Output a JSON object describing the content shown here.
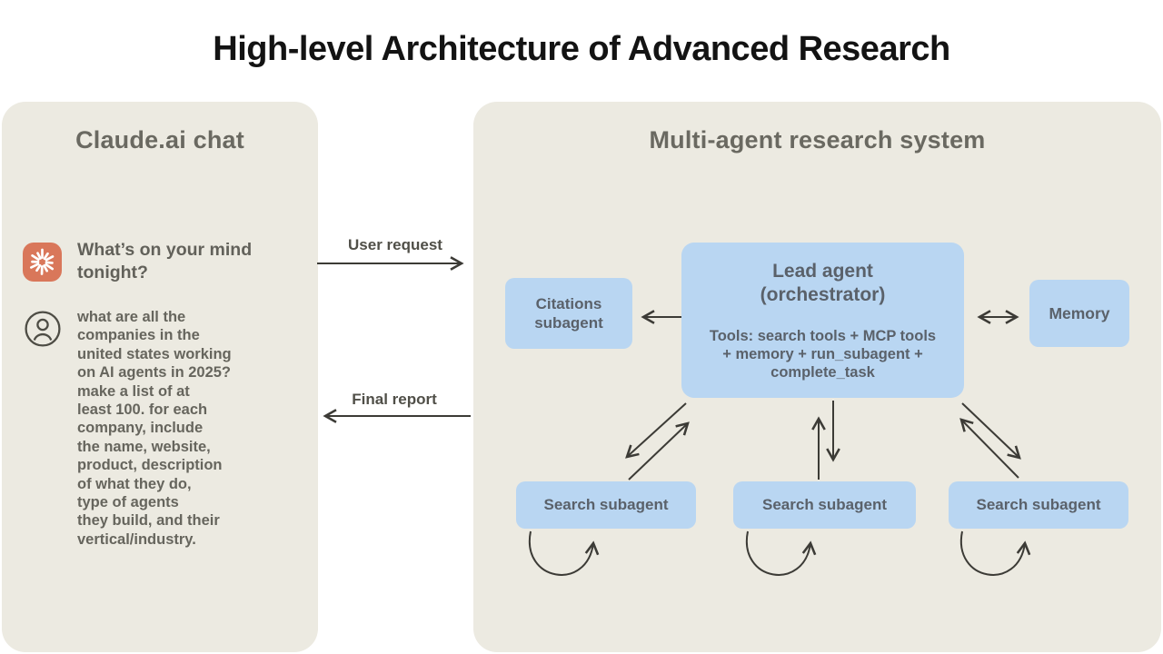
{
  "title": "High-level Architecture of Advanced Research",
  "left_panel": {
    "header": "Claude.ai chat",
    "claude_icon": "claude-starburst-icon",
    "assistant_prompt": "What’s on your mind tonight?",
    "user_icon": "user-avatar-icon",
    "user_message": "what are all the\ncompanies in the\nunited states working\non AI agents in 2025?\nmake a list of at\nleast 100. for each\ncompany, include\nthe name, website,\nproduct, description\nof what they do,\ntype of agents\nthey build, and their\nvertical/industry."
  },
  "flow": {
    "user_request_label": "User request",
    "final_report_label": "Final report"
  },
  "right_panel": {
    "header": "Multi-agent research system",
    "lead_agent": {
      "title": "Lead agent\n(orchestrator)",
      "tools": "Tools: search tools + MCP tools\n+ memory + run_subagent +\ncomplete_task"
    },
    "citations_subagent": "Citations\nsubagent",
    "memory": "Memory",
    "search_subagents": [
      "Search subagent",
      "Search subagent",
      "Search subagent"
    ]
  },
  "colors": {
    "panel_bg": "#ECEAE1",
    "box_blue": "#B9D6F2",
    "claude_orange": "#D9775A",
    "title_text": "#131313",
    "gray_text": "#66655D",
    "box_text": "#5A616A",
    "arrow_stroke": "#3C3B36"
  }
}
